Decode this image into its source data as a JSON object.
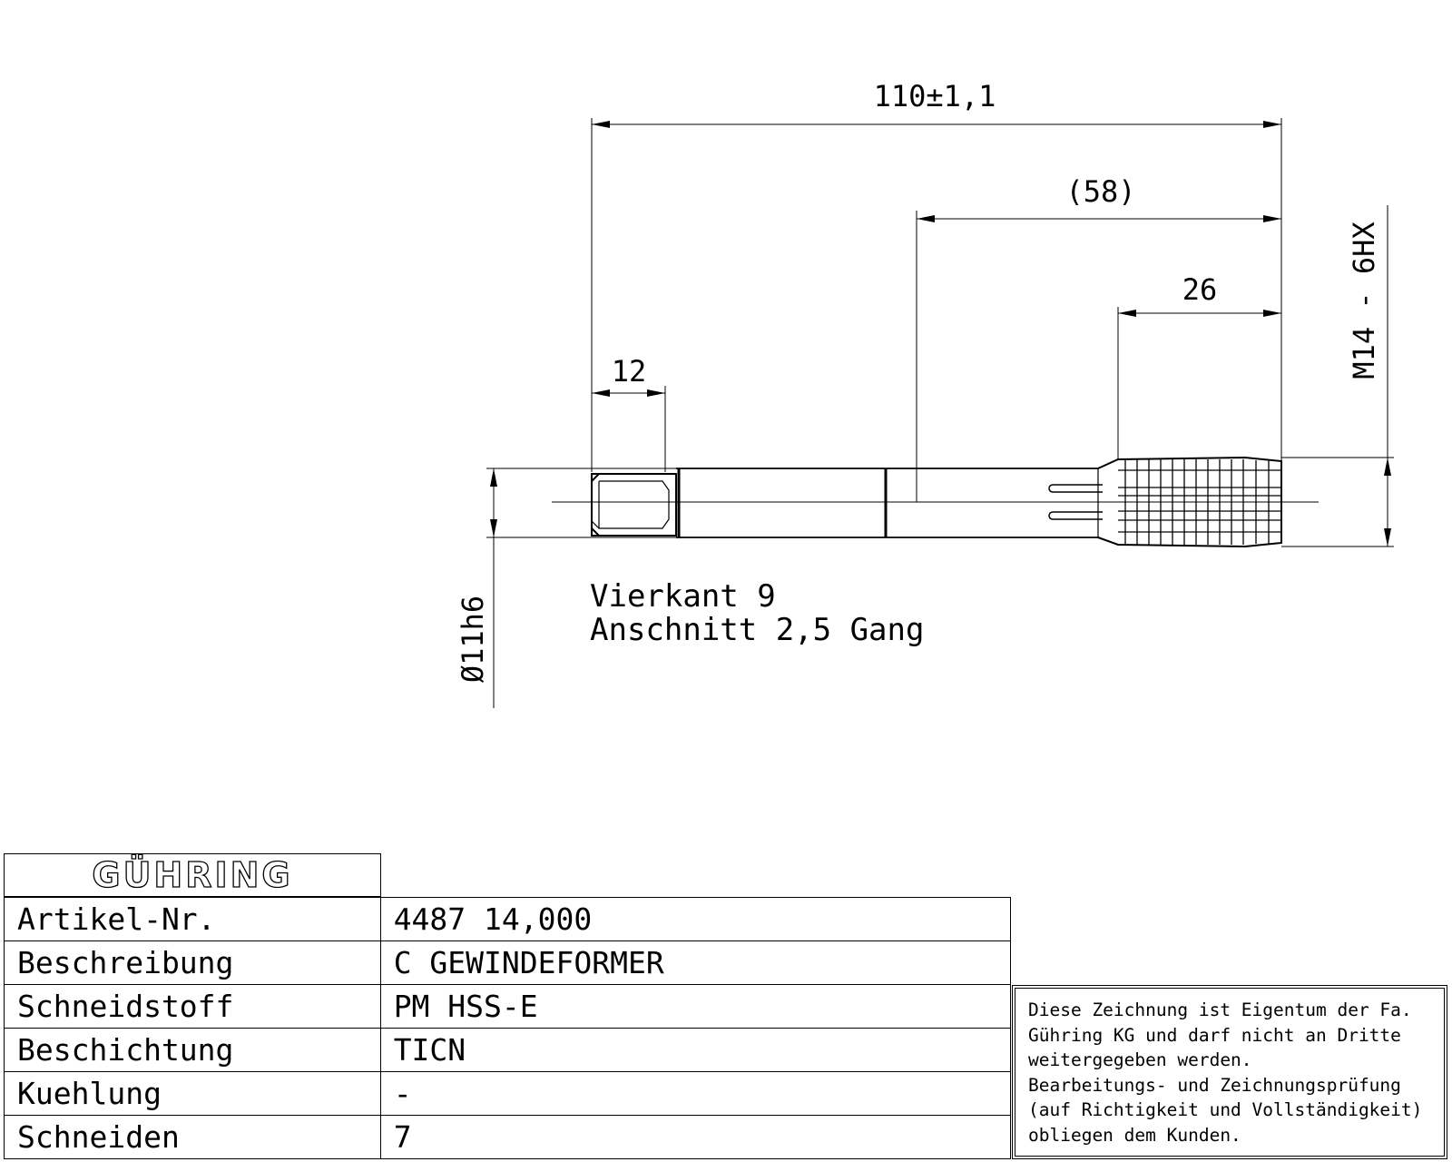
{
  "dimensions": {
    "overall_length": "110±1,1",
    "thread_length_ref": "(58)",
    "thread_length": "26",
    "square_length": "12",
    "thread_designation": "M14 - 6HX",
    "shank_diameter": "Ø11h6"
  },
  "notes": {
    "line1": "Vierkant 9",
    "line2": "Anschnitt 2,5 Gang"
  },
  "title_block": {
    "logo": "GÜHRING",
    "rows": [
      {
        "label": "Artikel-Nr.",
        "value": "4487 14,000"
      },
      {
        "label": "Beschreibung",
        "value": "C GEWINDEFORMER"
      },
      {
        "label": "Schneidstoff",
        "value": "PM HSS-E"
      },
      {
        "label": "Beschichtung",
        "value": "TICN"
      },
      {
        "label": "Kuehlung",
        "value": "-"
      },
      {
        "label": "Schneiden",
        "value": "7"
      }
    ]
  },
  "disclaimer": "Diese Zeichnung ist Eigentum der Fa.\nGühring KG und darf nicht an Dritte\nweitergegeben werden.\nBearbeitungs- und Zeichnungsprüfung\n(auf Richtigkeit und Vollständigkeit)\nobliegen dem Kunden."
}
